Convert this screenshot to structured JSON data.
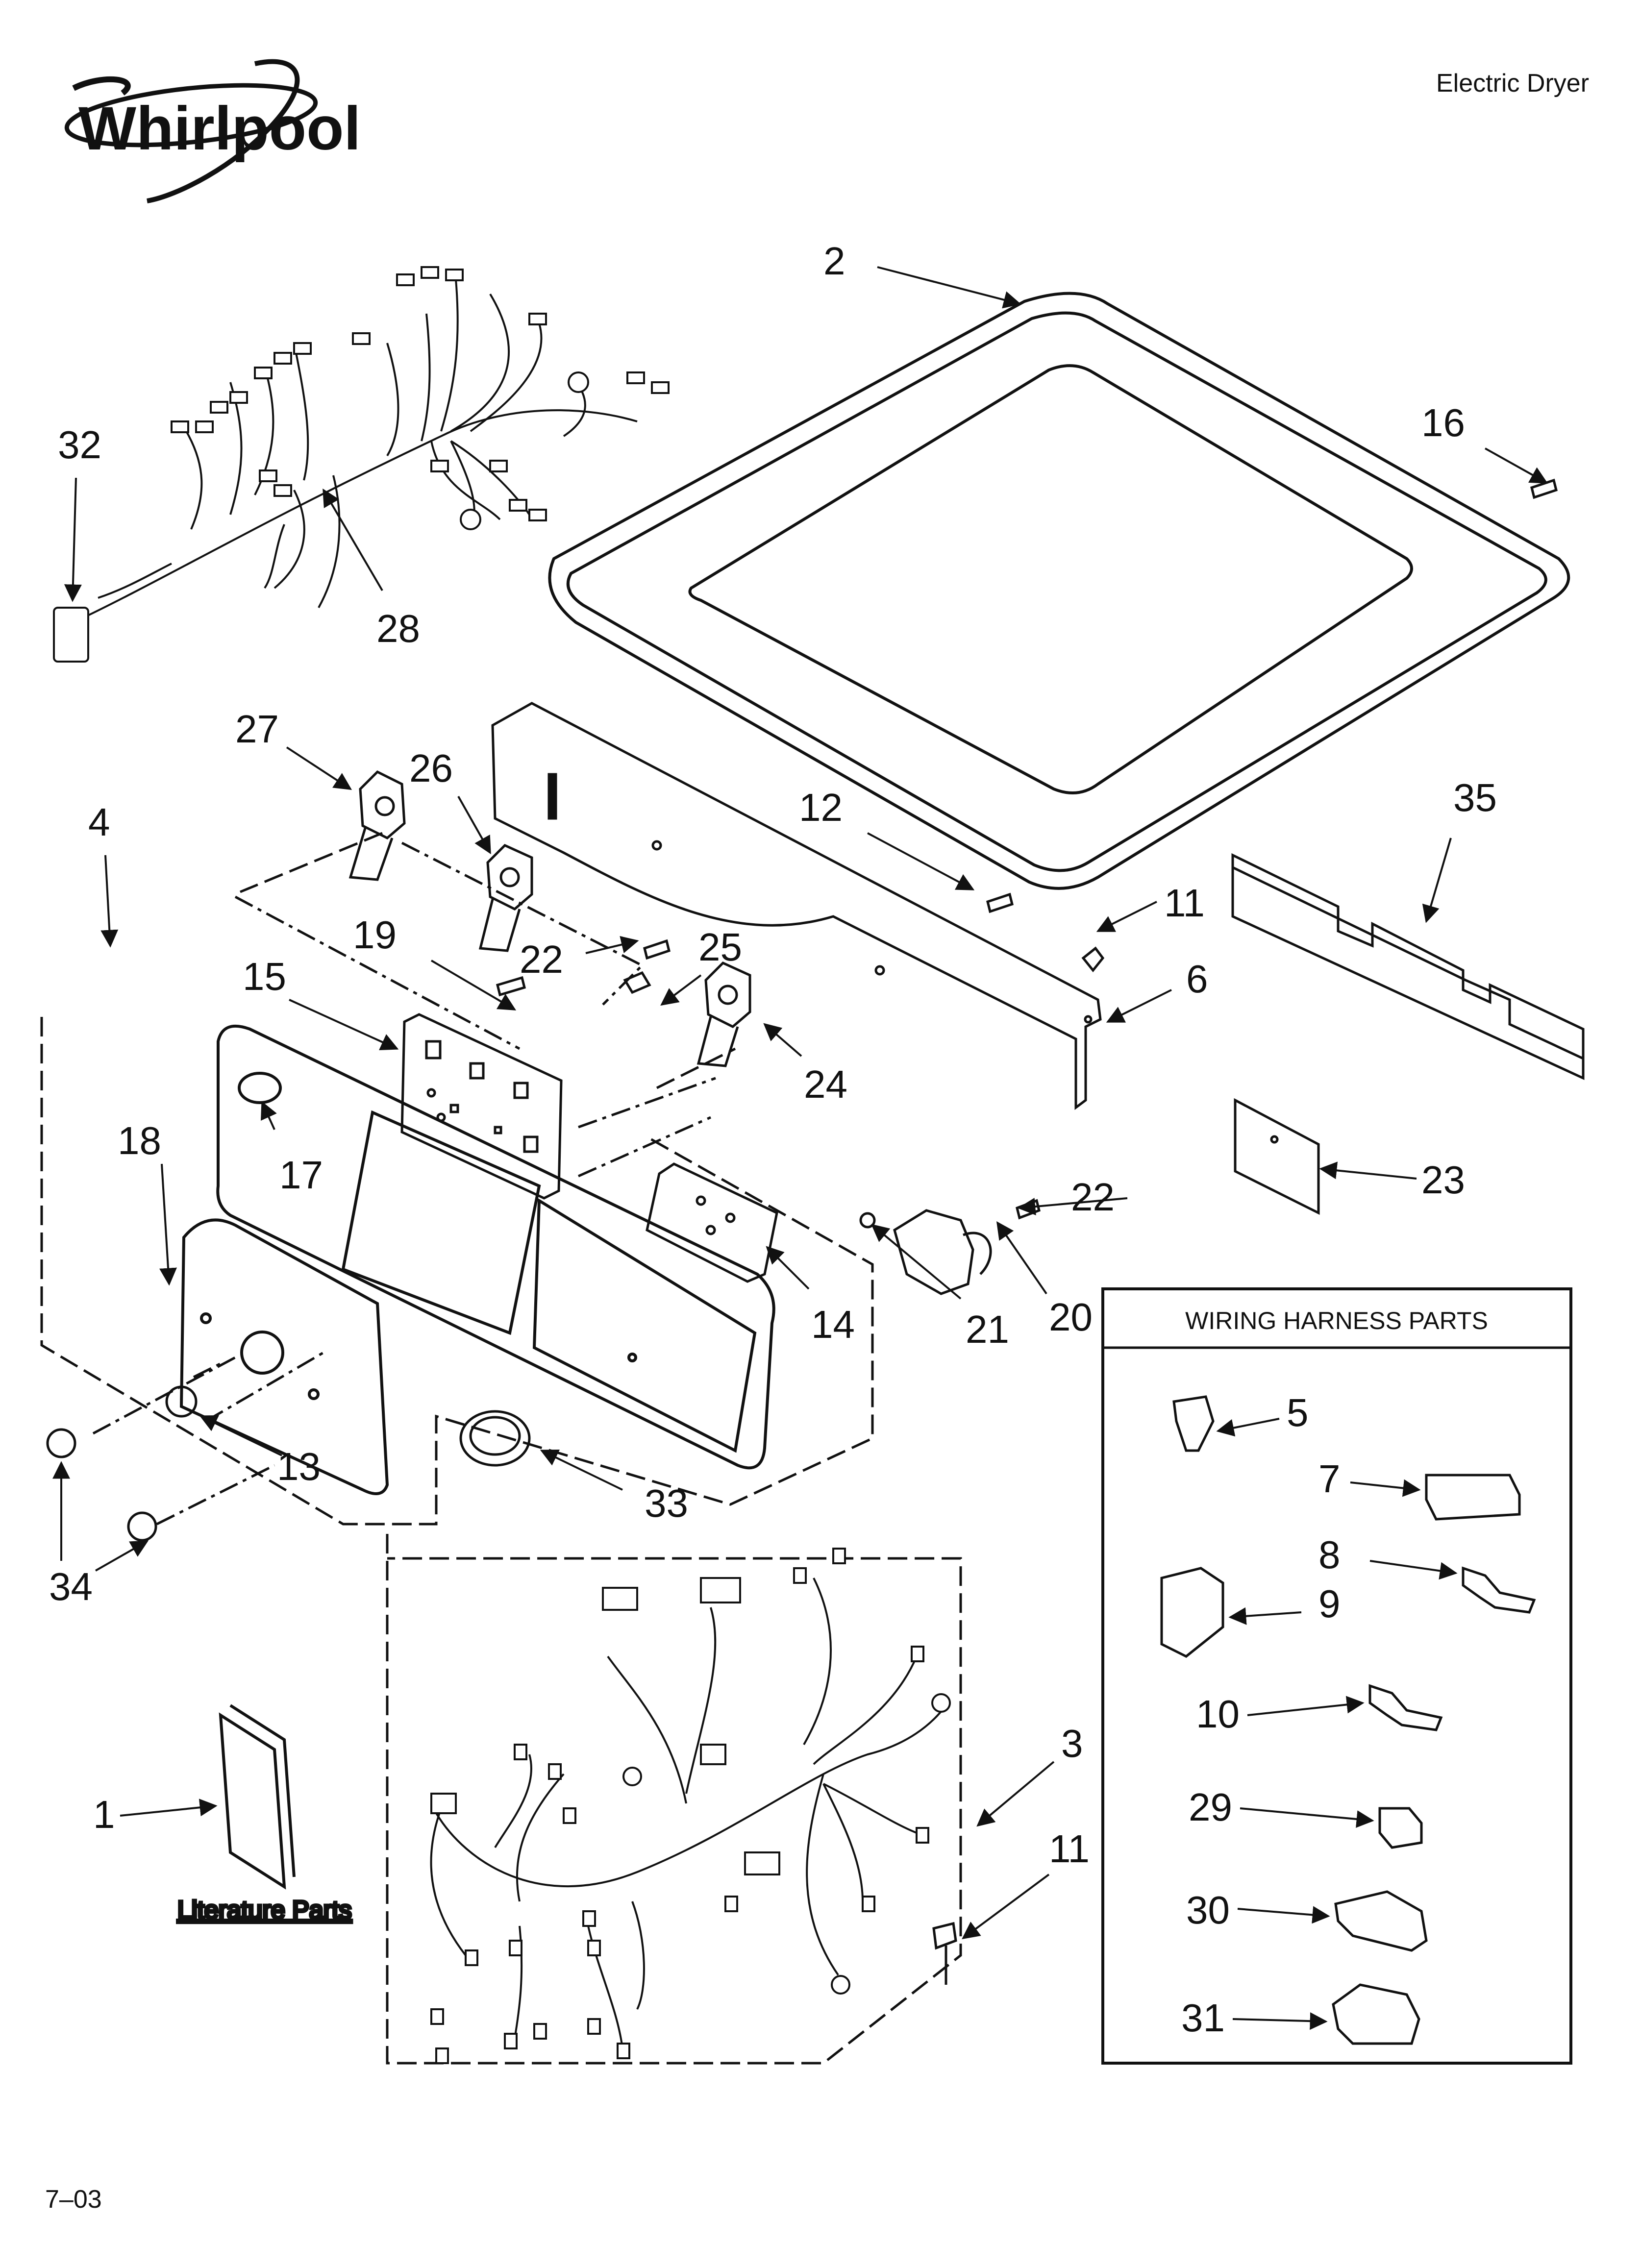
{
  "header": {
    "brand": "Whirlpool",
    "document_type": "Electric Dryer"
  },
  "footer": {
    "code": "7–03"
  },
  "wiring_box": {
    "title": "WIRING HARNESS PARTS"
  },
  "literature": {
    "label": "Literature Parts"
  },
  "icons": [
    "whirlpool-logo",
    "top-panel",
    "console",
    "wiring-harness"
  ],
  "callouts": [
    {
      "id": "c2",
      "label": "2"
    },
    {
      "id": "c16",
      "label": "16"
    },
    {
      "id": "c32",
      "label": "32"
    },
    {
      "id": "c28",
      "label": "28"
    },
    {
      "id": "c27",
      "label": "27"
    },
    {
      "id": "c26",
      "label": "26"
    },
    {
      "id": "c4",
      "label": "4"
    },
    {
      "id": "c12",
      "label": "12"
    },
    {
      "id": "c35",
      "label": "35"
    },
    {
      "id": "c19",
      "label": "19"
    },
    {
      "id": "c22a",
      "label": "22"
    },
    {
      "id": "c25",
      "label": "25"
    },
    {
      "id": "c11a",
      "label": "11"
    },
    {
      "id": "c15",
      "label": "15"
    },
    {
      "id": "c6",
      "label": "6"
    },
    {
      "id": "c24",
      "label": "24"
    },
    {
      "id": "c18",
      "label": "18"
    },
    {
      "id": "c17",
      "label": "17"
    },
    {
      "id": "c22b",
      "label": "22"
    },
    {
      "id": "c23",
      "label": "23"
    },
    {
      "id": "c14",
      "label": "14"
    },
    {
      "id": "c21",
      "label": "21"
    },
    {
      "id": "c20",
      "label": "20"
    },
    {
      "id": "c13",
      "label": "13"
    },
    {
      "id": "c33",
      "label": "33"
    },
    {
      "id": "c34",
      "label": "34"
    },
    {
      "id": "c3",
      "label": "3"
    },
    {
      "id": "c11b",
      "label": "11"
    },
    {
      "id": "c1",
      "label": "1"
    },
    {
      "id": "c5",
      "label": "5"
    },
    {
      "id": "c7",
      "label": "7"
    },
    {
      "id": "c8",
      "label": "8"
    },
    {
      "id": "c9",
      "label": "9"
    },
    {
      "id": "c10",
      "label": "10"
    },
    {
      "id": "c29",
      "label": "29"
    },
    {
      "id": "c30",
      "label": "30"
    },
    {
      "id": "c31",
      "label": "31"
    }
  ]
}
